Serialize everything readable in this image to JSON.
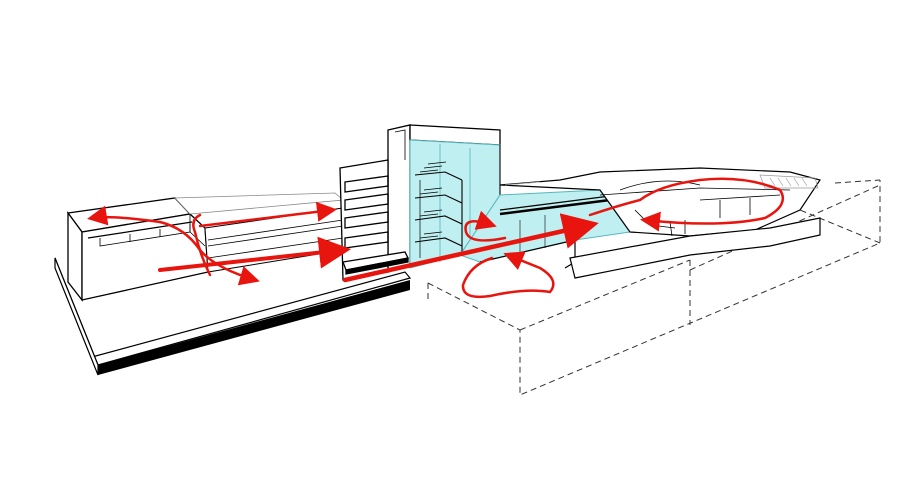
{
  "diagram": {
    "kind": "axonometric-section",
    "background": "#ffffff",
    "colors": {
      "linework": "#000000",
      "fine_linework": "#777777",
      "glass_atrium": "#bfeff0",
      "glass_atrium_stroke": "#55b6bd",
      "circulation_arrows": "#e8150f",
      "ground_slab": "#000000"
    },
    "elements": [
      {
        "id": "left-block",
        "label": ""
      },
      {
        "id": "long-corridor-block",
        "label": ""
      },
      {
        "id": "central-tower",
        "label": ""
      },
      {
        "id": "glass-atrium",
        "label": ""
      },
      {
        "id": "curved-roof-wing",
        "label": ""
      },
      {
        "id": "dashed-site-boundary",
        "label": ""
      }
    ],
    "arrows": {
      "count": 9,
      "style": "solid red, arrowheads at ends"
    }
  }
}
